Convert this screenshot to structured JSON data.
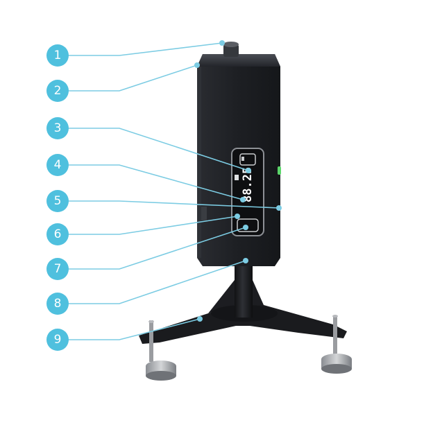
{
  "diagram": {
    "accent_color": "#4fc0de",
    "leader_color": "#7ccce3",
    "device_color": "#1e2024",
    "callouts": [
      {
        "label": "1",
        "target": "top-cap"
      },
      {
        "label": "2",
        "target": "housing-edge"
      },
      {
        "label": "3",
        "target": "upper-button"
      },
      {
        "label": "4",
        "target": "display-indicator"
      },
      {
        "label": "5",
        "target": "side-led"
      },
      {
        "label": "6",
        "target": "display-edge"
      },
      {
        "label": "7",
        "target": "lower-button"
      },
      {
        "label": "8",
        "target": "stand-pole"
      },
      {
        "label": "9",
        "target": "tripod-base"
      }
    ],
    "display_reading": "88.25"
  }
}
